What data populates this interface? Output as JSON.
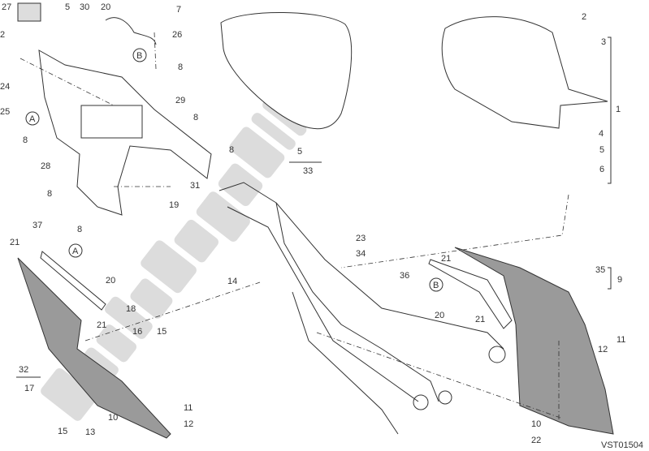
{
  "diagram": {
    "code": "VST01504",
    "watermark": "PartsRepublik",
    "labels": [
      "27",
      "5",
      "30",
      "20",
      "7",
      "2",
      "26",
      "B",
      "8",
      "24",
      "29",
      "25",
      "A",
      "8",
      "8",
      "28",
      "8",
      "31",
      "8",
      "19",
      "8",
      "2",
      "3",
      "1",
      "4",
      "5",
      "6",
      "5",
      "33",
      "37",
      "21",
      "A",
      "20",
      "21",
      "18",
      "16",
      "15",
      "14",
      "23",
      "34",
      "36",
      "21",
      "B",
      "20",
      "21",
      "35",
      "9",
      "32",
      "17",
      "11",
      "12",
      "10",
      "13",
      "15",
      "12",
      "11",
      "10",
      "22"
    ]
  }
}
